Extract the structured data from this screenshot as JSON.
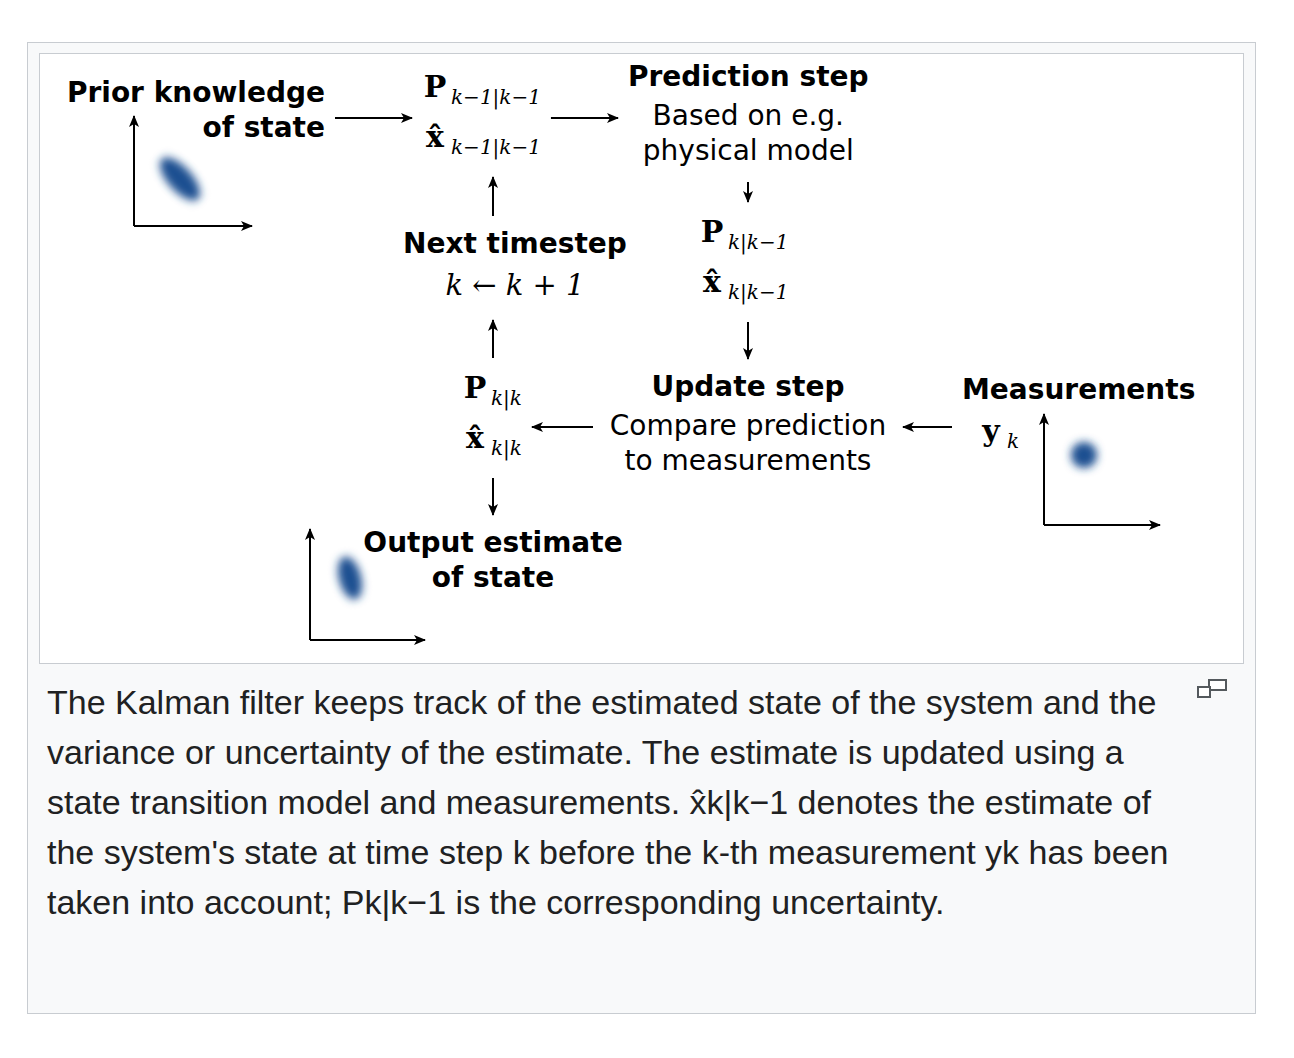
{
  "diagram": {
    "caption": "The Kalman filter keeps track of the estimated state of the system and the variance or uncertainty of the estimate. The estimate is updated using a state transition model and measurements. x̂k|k−1 denotes the estimate of the system's state at time step k before the k-th measurement yk has been taken into account; Pk|k−1 is the corresponding uncertainty.",
    "nodes": [
      {
        "text": [
          "Prior knowledge of state"
        ]
      },
      {
        "text": [
          "P",
          "k−1|k−1",
          "x̂",
          "k−1|k−1"
        ]
      },
      {
        "text": [
          "Prediction step",
          "Based on e.g. physical model"
        ]
      },
      {
        "text": [
          "Next timestep",
          "k ← k + 1"
        ]
      },
      {
        "text": [
          "P",
          "k|k−1",
          "x̂",
          "k|k−1"
        ]
      },
      {
        "text": [
          "P",
          "k|k",
          "x̂",
          "k|k"
        ]
      },
      {
        "text": [
          "Update step",
          "Compare prediction to measurements"
        ]
      },
      {
        "text": [
          "Measurements",
          "y",
          "k"
        ]
      },
      {
        "text": [
          "Output estimate of state"
        ]
      }
    ],
    "edges": [
      {
        "from": 0,
        "to": 1,
        "arrow": "to"
      },
      {
        "from": 1,
        "to": 2,
        "arrow": "to"
      },
      {
        "from": 2,
        "to": 4,
        "arrow": "to"
      },
      {
        "from": 4,
        "to": 6,
        "arrow": "to"
      },
      {
        "from": 7,
        "to": 6,
        "arrow": "to"
      },
      {
        "from": 6,
        "to": 5,
        "arrow": "to"
      },
      {
        "from": 5,
        "to": 3,
        "arrow": "to"
      },
      {
        "from": 3,
        "to": 1,
        "arrow": "to"
      },
      {
        "from": 5,
        "to": 8,
        "arrow": "to"
      }
    ]
  }
}
